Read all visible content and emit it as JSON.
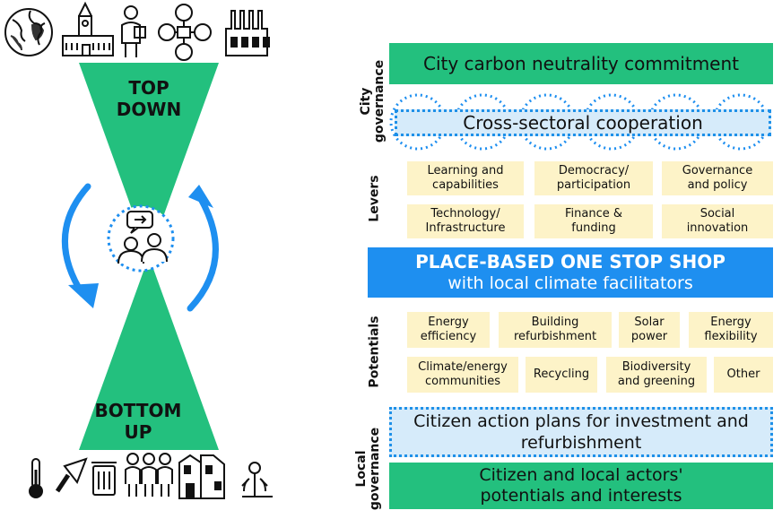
{
  "left": {
    "top_label": [
      "TOP",
      "DOWN"
    ],
    "bottom_label": [
      "BOTTOM",
      "UP"
    ],
    "top_icons": [
      "globe-icon",
      "city-hall-icon",
      "official-icon",
      "network-icon",
      "factory-icon"
    ],
    "bottom_icons": [
      "thermometer-icon",
      "trowel-icon",
      "bin-icon",
      "people-group-icon",
      "houses-icon",
      "plants-icon"
    ]
  },
  "city_governance": {
    "label": [
      "City",
      "governance"
    ],
    "commitment": "City carbon neutrality commitment",
    "cooperation": "Cross-sectoral cooperation"
  },
  "levers": {
    "label": "Levers",
    "items": [
      [
        "Learning and",
        "capabilities"
      ],
      [
        "Democracy/",
        "participation"
      ],
      [
        "Governance",
        "and policy"
      ],
      [
        "Technology/",
        "Infrastructure"
      ],
      [
        "Finance &",
        "funding"
      ],
      [
        "Social",
        "innovation"
      ]
    ]
  },
  "oss": {
    "title": "PLACE-BASED ONE STOP SHOP",
    "subtitle": "with local climate facilitators"
  },
  "potentials": {
    "label": "Potentials",
    "items": [
      [
        "Energy",
        "efficiency"
      ],
      [
        "Building",
        "refurbishment"
      ],
      [
        "Solar",
        "power"
      ],
      [
        "Energy",
        "flexibility"
      ],
      [
        "Climate/energy",
        "communities"
      ],
      [
        "Recycling",
        ""
      ],
      [
        "Biodiversity",
        "and greening"
      ],
      [
        "Other",
        ""
      ]
    ]
  },
  "local_governance": {
    "label": [
      "Local",
      "governance"
    ],
    "action_plans": [
      "Citizen action plans for investment and",
      "refurbishment"
    ],
    "actors": [
      "Citizen and local actors'",
      "potentials and interests"
    ]
  },
  "colors": {
    "green": "#23c07e",
    "blue": "#1e8ff0",
    "light_blue": "#d6ebfa",
    "yellow": "#fdf3c8"
  }
}
